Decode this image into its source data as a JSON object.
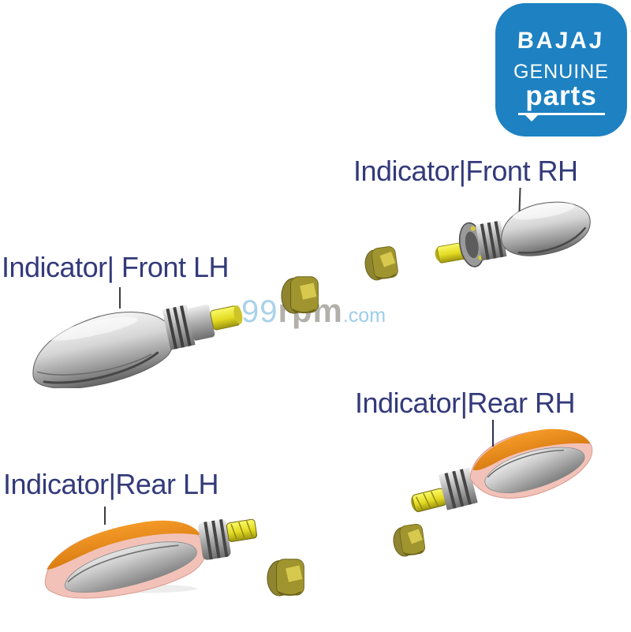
{
  "logo": {
    "brand": "BAJAJ",
    "genuine": "GENUINE",
    "parts": "parts",
    "bg_color": "#1d81c2",
    "text_color": "#ffffff"
  },
  "watermark": {
    "num": "99",
    "rpm": "rpm",
    "dotcom": ".com",
    "blue": "#a9d2e9",
    "gray": "#b3b0ac"
  },
  "labels": {
    "color": "#333a7a",
    "front_rh": "Indicator|Front RH",
    "front_lh": "Indicator| Front LH",
    "rear_rh": "Indicator|Rear RH",
    "rear_lh": "Indicator|Rear LH"
  },
  "parts": {
    "front_rh": {
      "icon": "turn-indicator-front-rh",
      "body_color": "#b8b8b8",
      "stem_color": "#e8e030"
    },
    "front_lh": {
      "icon": "turn-indicator-front-lh",
      "body_color": "#b8b8b8",
      "stem_color": "#e8e030"
    },
    "rear_rh": {
      "icon": "turn-indicator-rear-rh",
      "body_color": "#e8891e",
      "rim_color": "#f2c2b8",
      "lens_color": "#c8c8c8",
      "stem_color": "#d8cc30"
    },
    "rear_lh": {
      "icon": "turn-indicator-rear-lh",
      "body_color": "#e8891e",
      "rim_color": "#f2c2b8",
      "lens_color": "#c8c8c8",
      "stem_color": "#d8cc30"
    },
    "nuts": {
      "icon": "flange-nut",
      "count": 4,
      "color": "#a0942f"
    }
  }
}
